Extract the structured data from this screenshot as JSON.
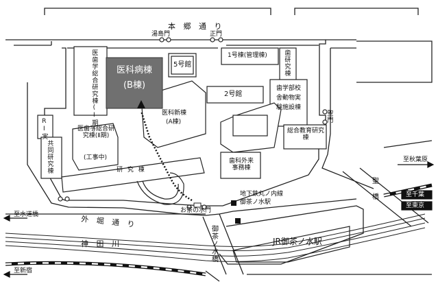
{
  "streets": {
    "hongo_dori": "本 郷 通 り",
    "sotobori_dori": "外 堀 通 り",
    "kanda_river": "神  田  川",
    "ochanomizu_bridge": "御茶ノ水橋",
    "hijiri_bridge": "聖  橋"
  },
  "gates": {
    "yushima_gate": "湯島門",
    "main_gate": "正門",
    "hijiri_gate": "聖門",
    "ochanomizu_gate": "お茶の水門"
  },
  "buildings": {
    "target": {
      "name": "医科病棟",
      "sub": "(B棟)"
    },
    "building_5": "5号館",
    "building_1": "1号棟(管理棟)",
    "dental_research_bldg": "歯研究棟",
    "building_2": "2号館",
    "dental_school_animal": "歯学部校舎動物実験施設棟",
    "dental_research_1": "医歯学総合研究棟(Ⅰ期)",
    "dental_research_2": "医歯学総合研究棟(Ⅱ期)",
    "under_construction": "(工事中)",
    "medical_new_bldg": "医科新棟",
    "medical_new_bldg_sub": "(A棟)",
    "research_bldg": "研  究  棟",
    "ri_lab": "RI実",
    "joint_research": "共同研究棟",
    "dental_outpatient": "歯科外来事務棟",
    "general_education": "総合教育研究棟"
  },
  "stations": {
    "subway": "地下鉄丸ノ内線",
    "subway_station": "御茶ノ水駅",
    "jr_station": "JR御茶ノ水駅"
  },
  "directions": {
    "to_suidobashi": "至水道橋",
    "to_shinjuku": "至新宿",
    "to_akihabara": "至秋葉原",
    "to_chiba": "至千葉",
    "to_tokyo": "至東京"
  },
  "colors": {
    "target_fill": "#707070",
    "target_text": "#ffffff",
    "line": "#222222"
  }
}
